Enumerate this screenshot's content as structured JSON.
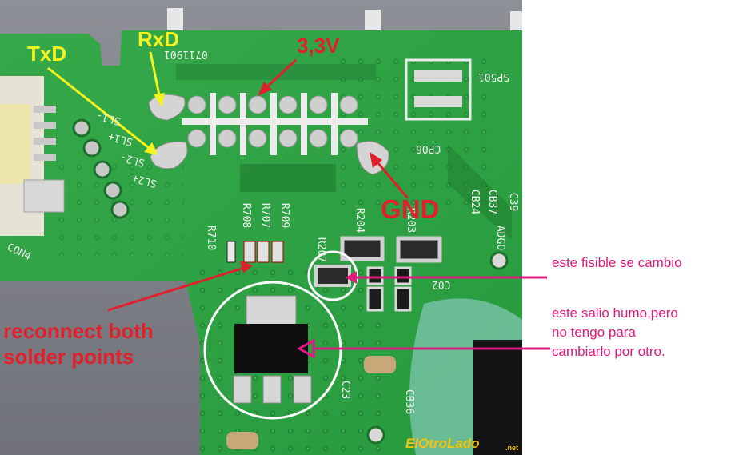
{
  "labels": {
    "txd": "TxD",
    "rxd": "RxD",
    "v33": "3,3V",
    "gnd": "GND",
    "reconnect": "reconnect both\nsolder points"
  },
  "silkscreen": {
    "con4": "CON4",
    "sl1_minus": "SL1-",
    "sl1_plus": "SL1+",
    "sl2_minus": "SL2-",
    "sl2_plus": "SL2+",
    "code": "0711901",
    "sp501": "SP501",
    "cp06": "CP06",
    "cb37": "CB37",
    "cb24": "CB24",
    "c39": "C39",
    "adgo": "ADGO",
    "r710": "R710",
    "r708": "R708",
    "r707": "R707",
    "r709": "R709",
    "r204": "R204",
    "r203": "R203",
    "r207": "R207",
    "c02": "C02",
    "c23": "C23",
    "cb36": "CB36"
  },
  "annotations": {
    "fuse_note": "este fisible se cambio",
    "regulator_note": "este salio humo,pero\nno tengo para\ncambiarlo por otro."
  },
  "logo": "ElOtroLado",
  "logo_suffix": ".net",
  "colors": {
    "pcb": "#2fa044",
    "pcb_dark": "#1f7a30",
    "yellow_label": "#f3f320",
    "red_label": "#e0202c",
    "pink_annotation": "#e0197f",
    "circle": "#ffffff"
  }
}
